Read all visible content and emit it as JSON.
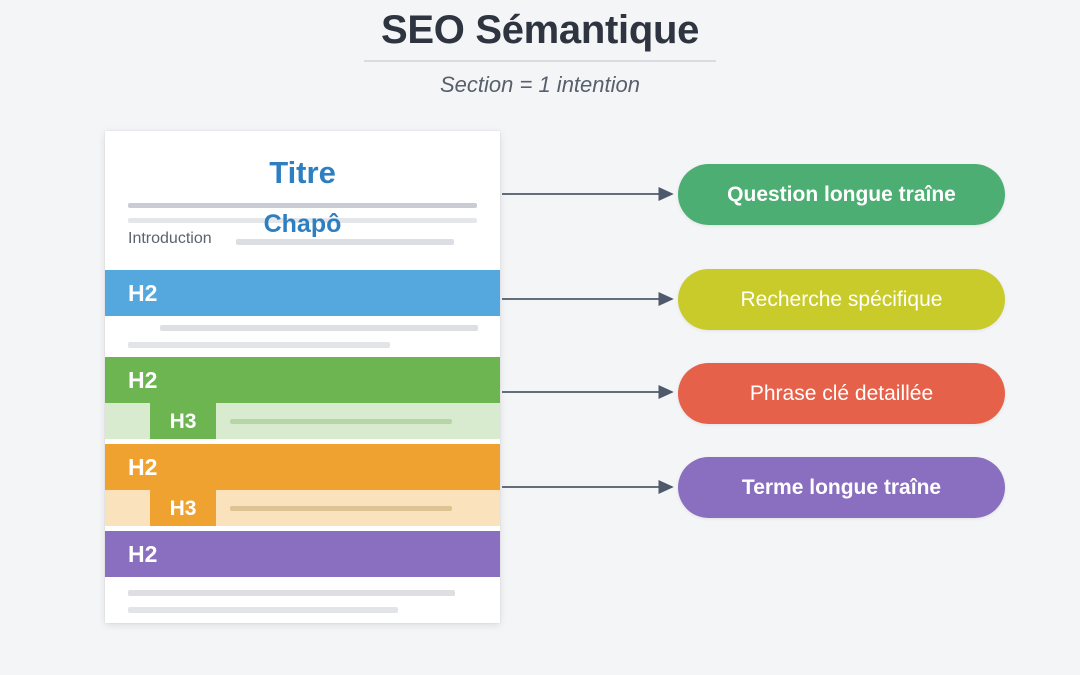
{
  "header": {
    "title": "SEO Sémantique",
    "subtitle": "Section = 1 intention"
  },
  "document": {
    "title": "Titre",
    "chapo": "Chapô",
    "intro_label": "Introduction",
    "sections": [
      {
        "id": "blue",
        "h2_label": "H2",
        "color": "#55a8dd",
        "light_color": "#dceaf6",
        "h3_label": null
      },
      {
        "id": "green",
        "h2_label": "H2",
        "color": "#6cb551",
        "light_color": "#d8ebcf",
        "h3_label": "H3"
      },
      {
        "id": "orange",
        "h2_label": "H2",
        "color": "#f0a231",
        "light_color": "#f9e2bc",
        "h3_label": "H3"
      },
      {
        "id": "purple",
        "h2_label": "H2",
        "color": "#8a6fc0",
        "light_color": "#e0d8ef",
        "h3_label": null
      }
    ]
  },
  "intents": [
    {
      "label": "Question longue traîne",
      "color": "#4cae72",
      "bold": true
    },
    {
      "label": "Recherche spécifique",
      "color": "#c9cb2b",
      "bold": false
    },
    {
      "label": "Phrase clé detaillée",
      "color": "#e6614a",
      "bold": false
    },
    {
      "label": "Terme longue traîne",
      "color": "#8a6fc0",
      "bold": true
    }
  ],
  "colors": {
    "background": "#f4f5f7",
    "card": "#ffffff",
    "arrow": "#4e5a6b",
    "title_text": "#2e3440",
    "subtitle_text": "#58606e",
    "doc_heading_blue": "#2d7fc1",
    "placeholder_line": "#d9dbe0"
  }
}
